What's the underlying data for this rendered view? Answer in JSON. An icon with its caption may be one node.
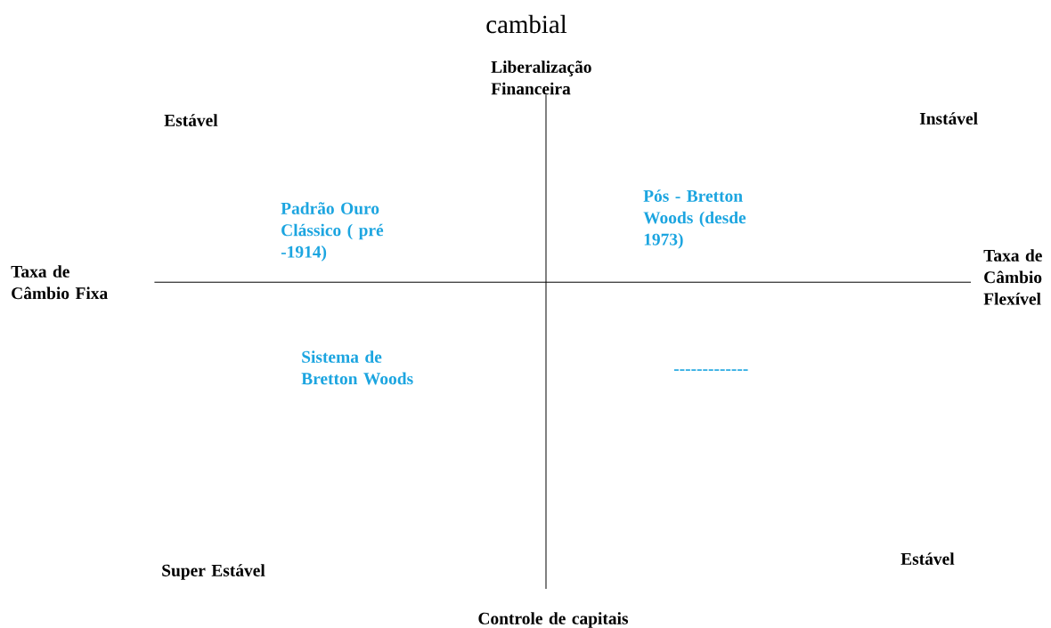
{
  "diagram": {
    "title": "cambial",
    "nodes": [
      {
        "text": [
          "Liberalização Financeira"
        ]
      },
      {
        "text": [
          "Taxa de Câmbio Fixa"
        ]
      },
      {
        "text": [
          "Taxa de Câmbio Flexível"
        ]
      },
      {
        "text": [
          "Controle de capitais"
        ]
      }
    ],
    "edges": [
      {
        "from": 1,
        "to": 2,
        "arrow": "none"
      },
      {
        "from": 0,
        "to": 3,
        "arrow": "none"
      }
    ],
    "labels": [
      "Estável",
      "Instável",
      "Padrão Ouro Clássico ( pré -1914)",
      "Pós - Bretton Woods (desde 1973)",
      "Sistema de Bretton Woods",
      "-------------",
      "Super Estável",
      "Estável"
    ]
  }
}
